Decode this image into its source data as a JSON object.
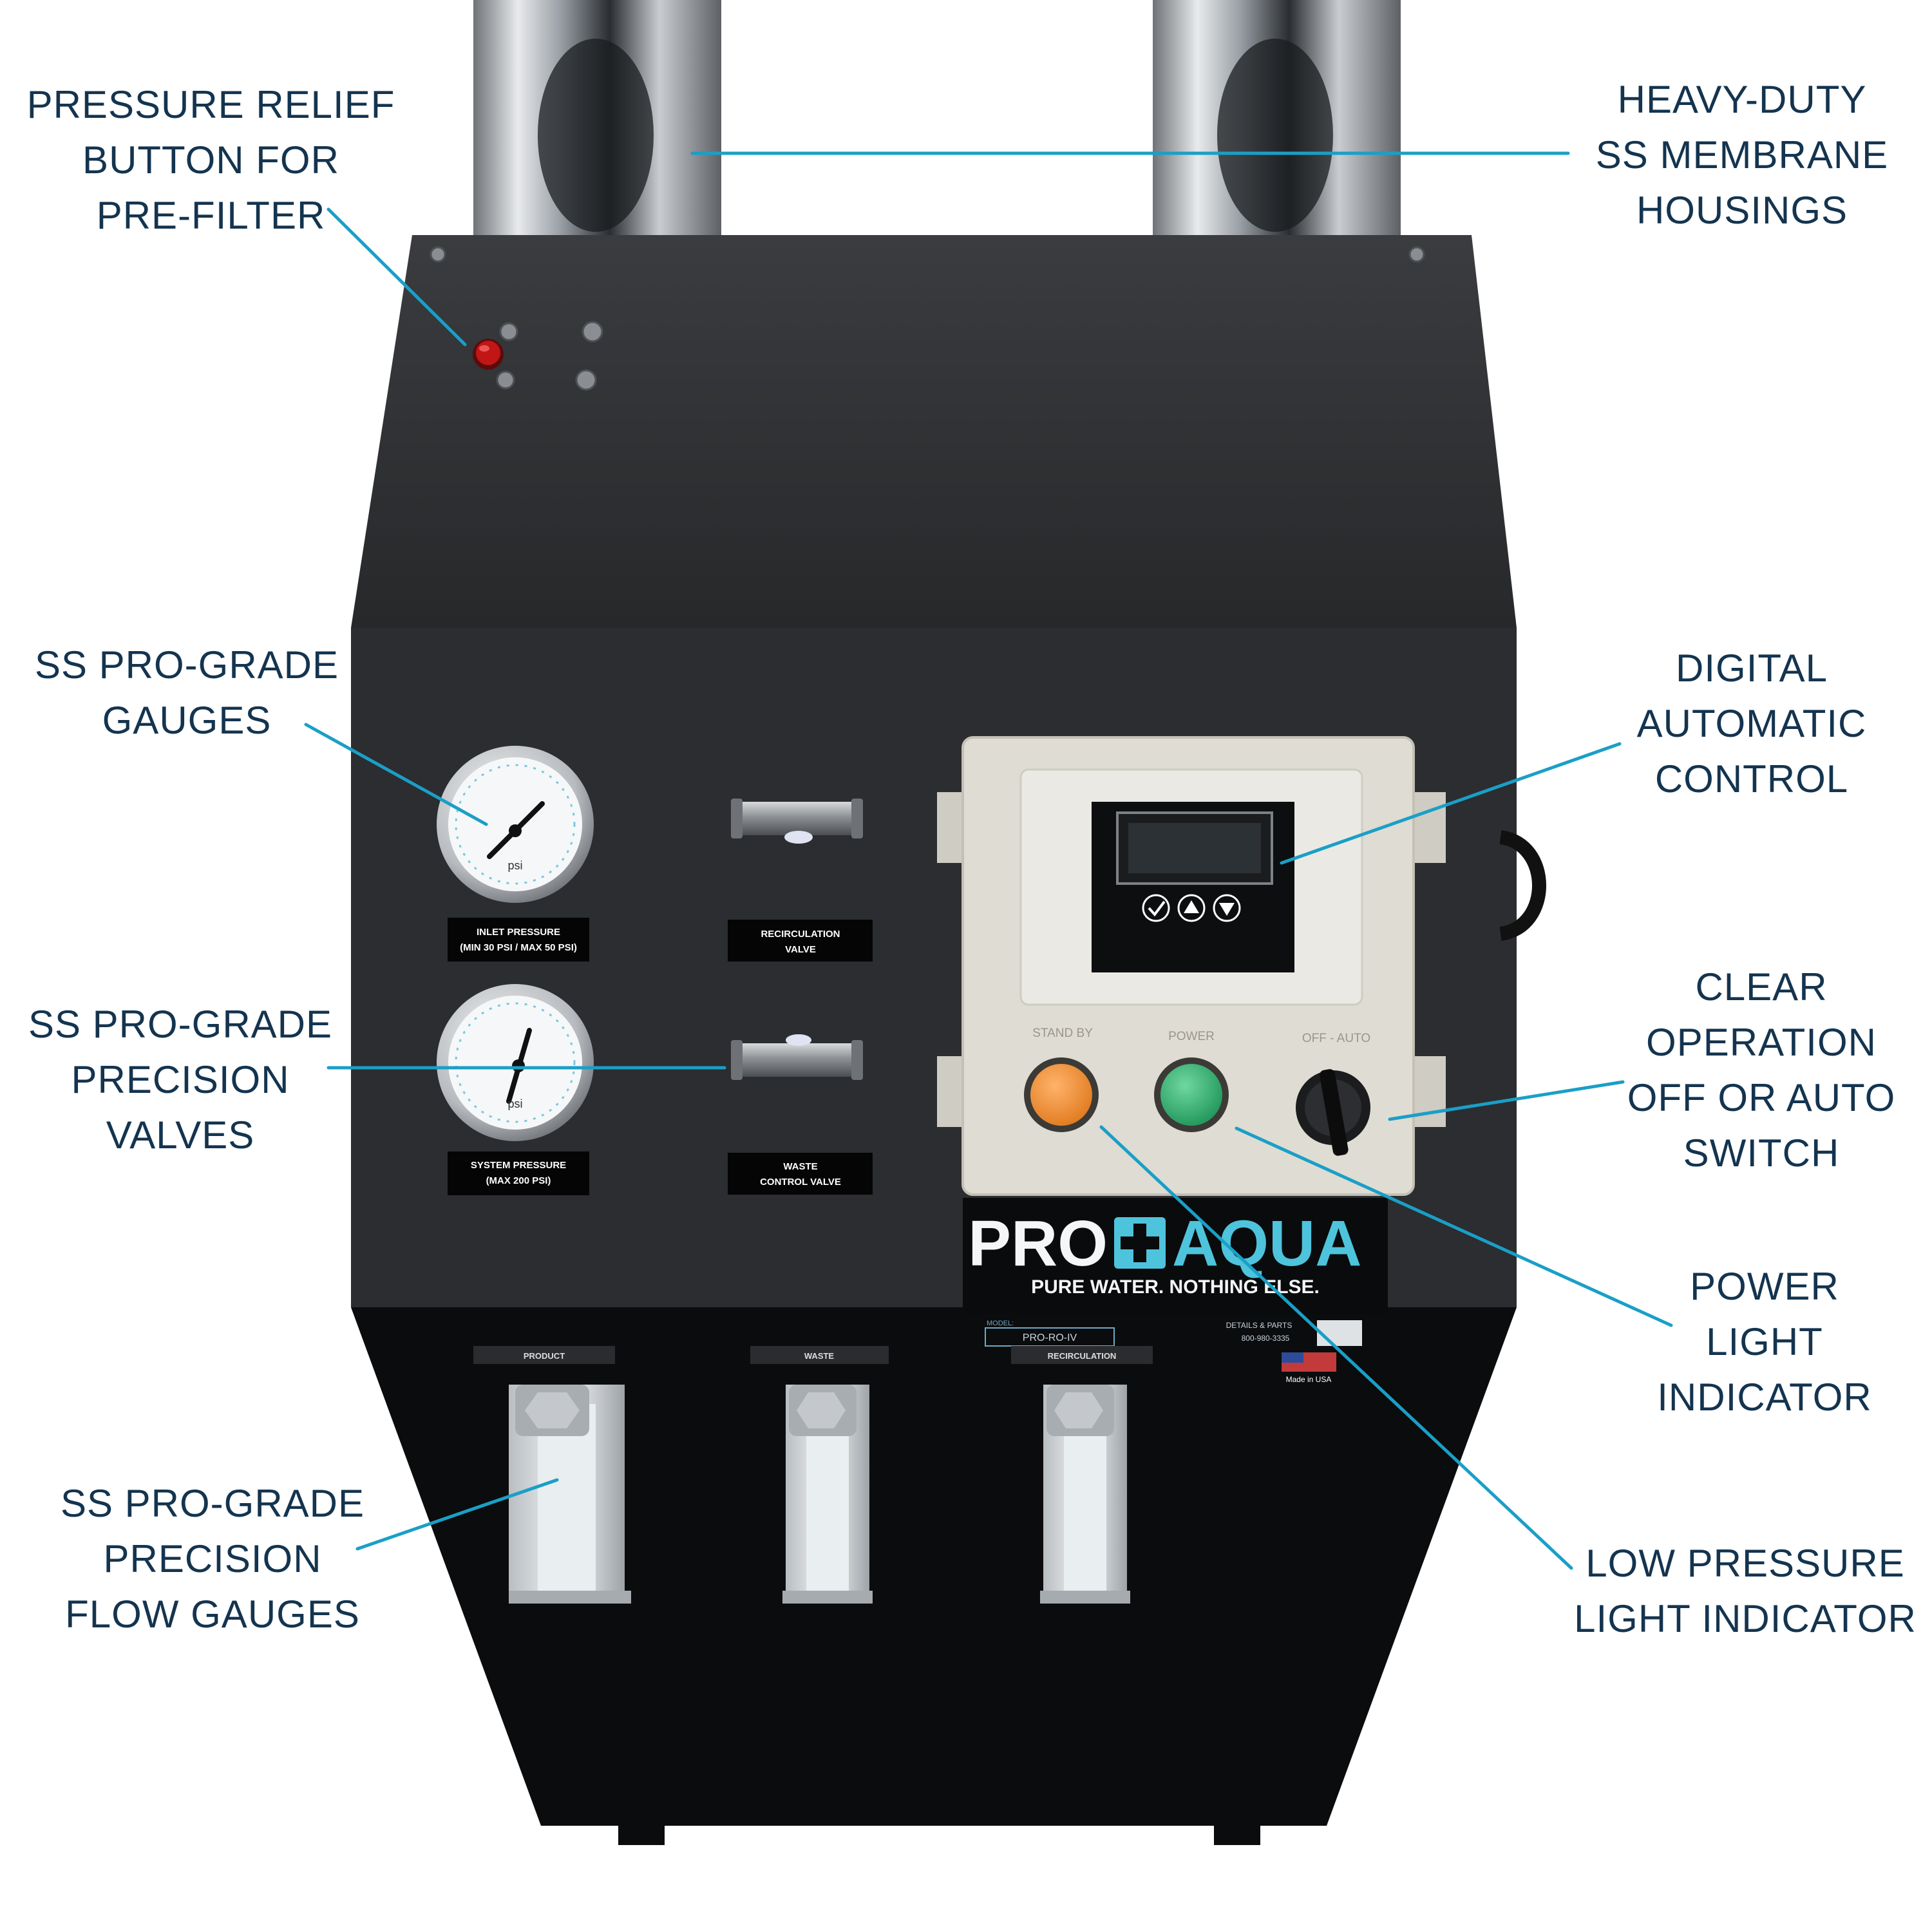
{
  "colors": {
    "callout_text": "#14344f",
    "leader_line": "#1a9fc7",
    "cabinet": "#2f3134",
    "cabinet_front": "#0c0d0e",
    "control_box": "#dfdcd3",
    "brand_accent": "#4ec3dc",
    "standby_light": "#f08a2c",
    "power_light": "#2faa6d",
    "relief_button": "#c01616"
  },
  "callouts": {
    "pressure_relief": [
      "PRESSURE RELIEF",
      "BUTTON FOR",
      "PRE-FILTER"
    ],
    "membrane_housings": [
      "HEAVY-DUTY",
      "SS MEMBRANE",
      "HOUSINGS"
    ],
    "gauges": [
      "SS PRO-GRADE",
      "GAUGES"
    ],
    "digital_control": [
      "DIGITAL",
      "AUTOMATIC",
      "CONTROL"
    ],
    "valves": [
      "SS PRO-GRADE",
      "PRECISION",
      "VALVES"
    ],
    "switch": [
      "CLEAR",
      "OPERATION",
      "OFF OR AUTO",
      "SWITCH"
    ],
    "power_light": [
      "POWER",
      "LIGHT",
      "INDICATOR"
    ],
    "flow_gauges": [
      "SS PRO-GRADE",
      "PRECISION",
      "FLOW GAUGES"
    ],
    "low_pressure": [
      "LOW PRESSURE",
      "LIGHT INDICATOR"
    ]
  },
  "machine": {
    "panel_labels": {
      "inlet_pressure_1": "INLET PRESSURE",
      "inlet_pressure_2": "(MIN 30 PSI / MAX 50 PSI)",
      "system_pressure_1": "SYSTEM PRESSURE",
      "system_pressure_2": "(MAX 200 PSI)",
      "recirc_valve_1": "RECIRCULATION",
      "recirc_valve_2": "VALVE",
      "waste_valve_1": "WASTE",
      "waste_valve_2": "CONTROL VALVE"
    },
    "control_box": {
      "standby": "STAND BY",
      "power": "POWER",
      "switch": "OFF  -  AUTO"
    },
    "brand": {
      "name_left": "PRO",
      "name_right": "AQUA",
      "tagline": "PURE WATER. NOTHING ELSE.",
      "model_caption": "MODEL:",
      "model": "PRO-RO-IV",
      "details": "DETAILS & PARTS",
      "phone": "800-980-3335",
      "made_in": "Made in USA"
    },
    "flow_labels": {
      "product": "PRODUCT",
      "waste": "WASTE",
      "recirculation": "RECIRCULATION"
    },
    "gauge_unit": "psi"
  }
}
